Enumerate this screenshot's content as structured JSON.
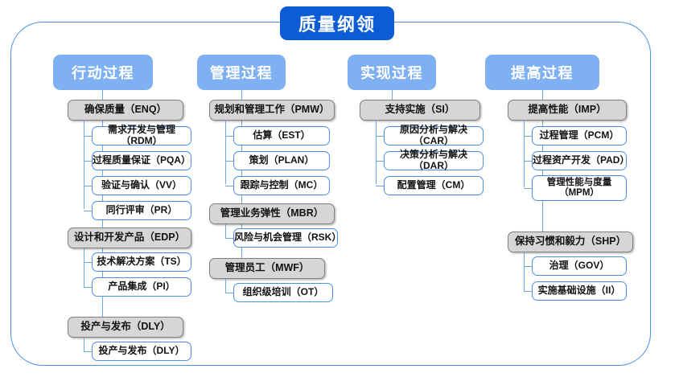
{
  "title": "质量纲领",
  "columns": [
    {
      "header": "行动过程",
      "groups": [
        {
          "label": "确保质量（ENQ）",
          "items": [
            "需求开发与管理（RDM）",
            "过程质量保证（PQA）",
            "验证与确认（VV）",
            "同行评审（PR）"
          ]
        },
        {
          "label": "设计和开发产品（EDP）",
          "items": [
            "技术解决方案（TS）",
            "产品集成（PI）"
          ]
        },
        {
          "label": "投产与发布（DLY）",
          "items": [
            "投产与发布（DLY）"
          ]
        }
      ]
    },
    {
      "header": "管理过程",
      "groups": [
        {
          "label": "规划和管理工作（PMW）",
          "items": [
            "估算（EST）",
            "策划（PLAN）",
            "跟踪与控制（MC）"
          ]
        },
        {
          "label": "管理业务弹性（MBR）",
          "items": [
            "风险与机会管理（RSK）"
          ]
        },
        {
          "label": "管理员工（MWF）",
          "items": [
            "组织级培训（OT）"
          ]
        }
      ]
    },
    {
      "header": "实现过程",
      "groups": [
        {
          "label": "支持实施（SI）",
          "items": [
            "原因分析与解决（CAR）",
            "决策分析与解决（DAR）",
            "配置管理（CM）"
          ]
        }
      ]
    },
    {
      "header": "提高过程",
      "groups": [
        {
          "label": "提高性能（IMP）",
          "items": [
            "过程管理（PCM）",
            "过程资产开发（PAD）",
            "管理性能与度量\n（MPM）"
          ]
        },
        {
          "label": "保持习惯和毅力（SHP）",
          "items": [
            "治理（GOV）",
            "实施基础设施（II）"
          ]
        }
      ]
    }
  ],
  "colors": {
    "root_bg": "#0b5cd5",
    "header_bg": "#7fb0f2",
    "frame_border": "#4a90e2",
    "group_bg": "#d6d6d6",
    "group_border": "#808080",
    "leaf_border": "#4a90e2",
    "connector": "#6aa4ea"
  }
}
